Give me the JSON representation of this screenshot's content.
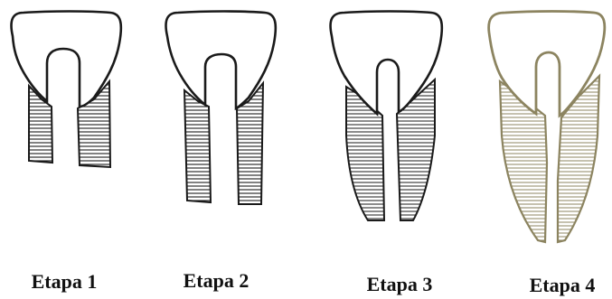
{
  "stages": [
    {
      "label": "Etapa 1"
    },
    {
      "label": "Etapa 2"
    },
    {
      "label": "Etapa 3"
    },
    {
      "label": "Etapa 4"
    }
  ],
  "colors": {
    "ink": "#1a1a1a",
    "stage4_ink": "#8c8460"
  }
}
